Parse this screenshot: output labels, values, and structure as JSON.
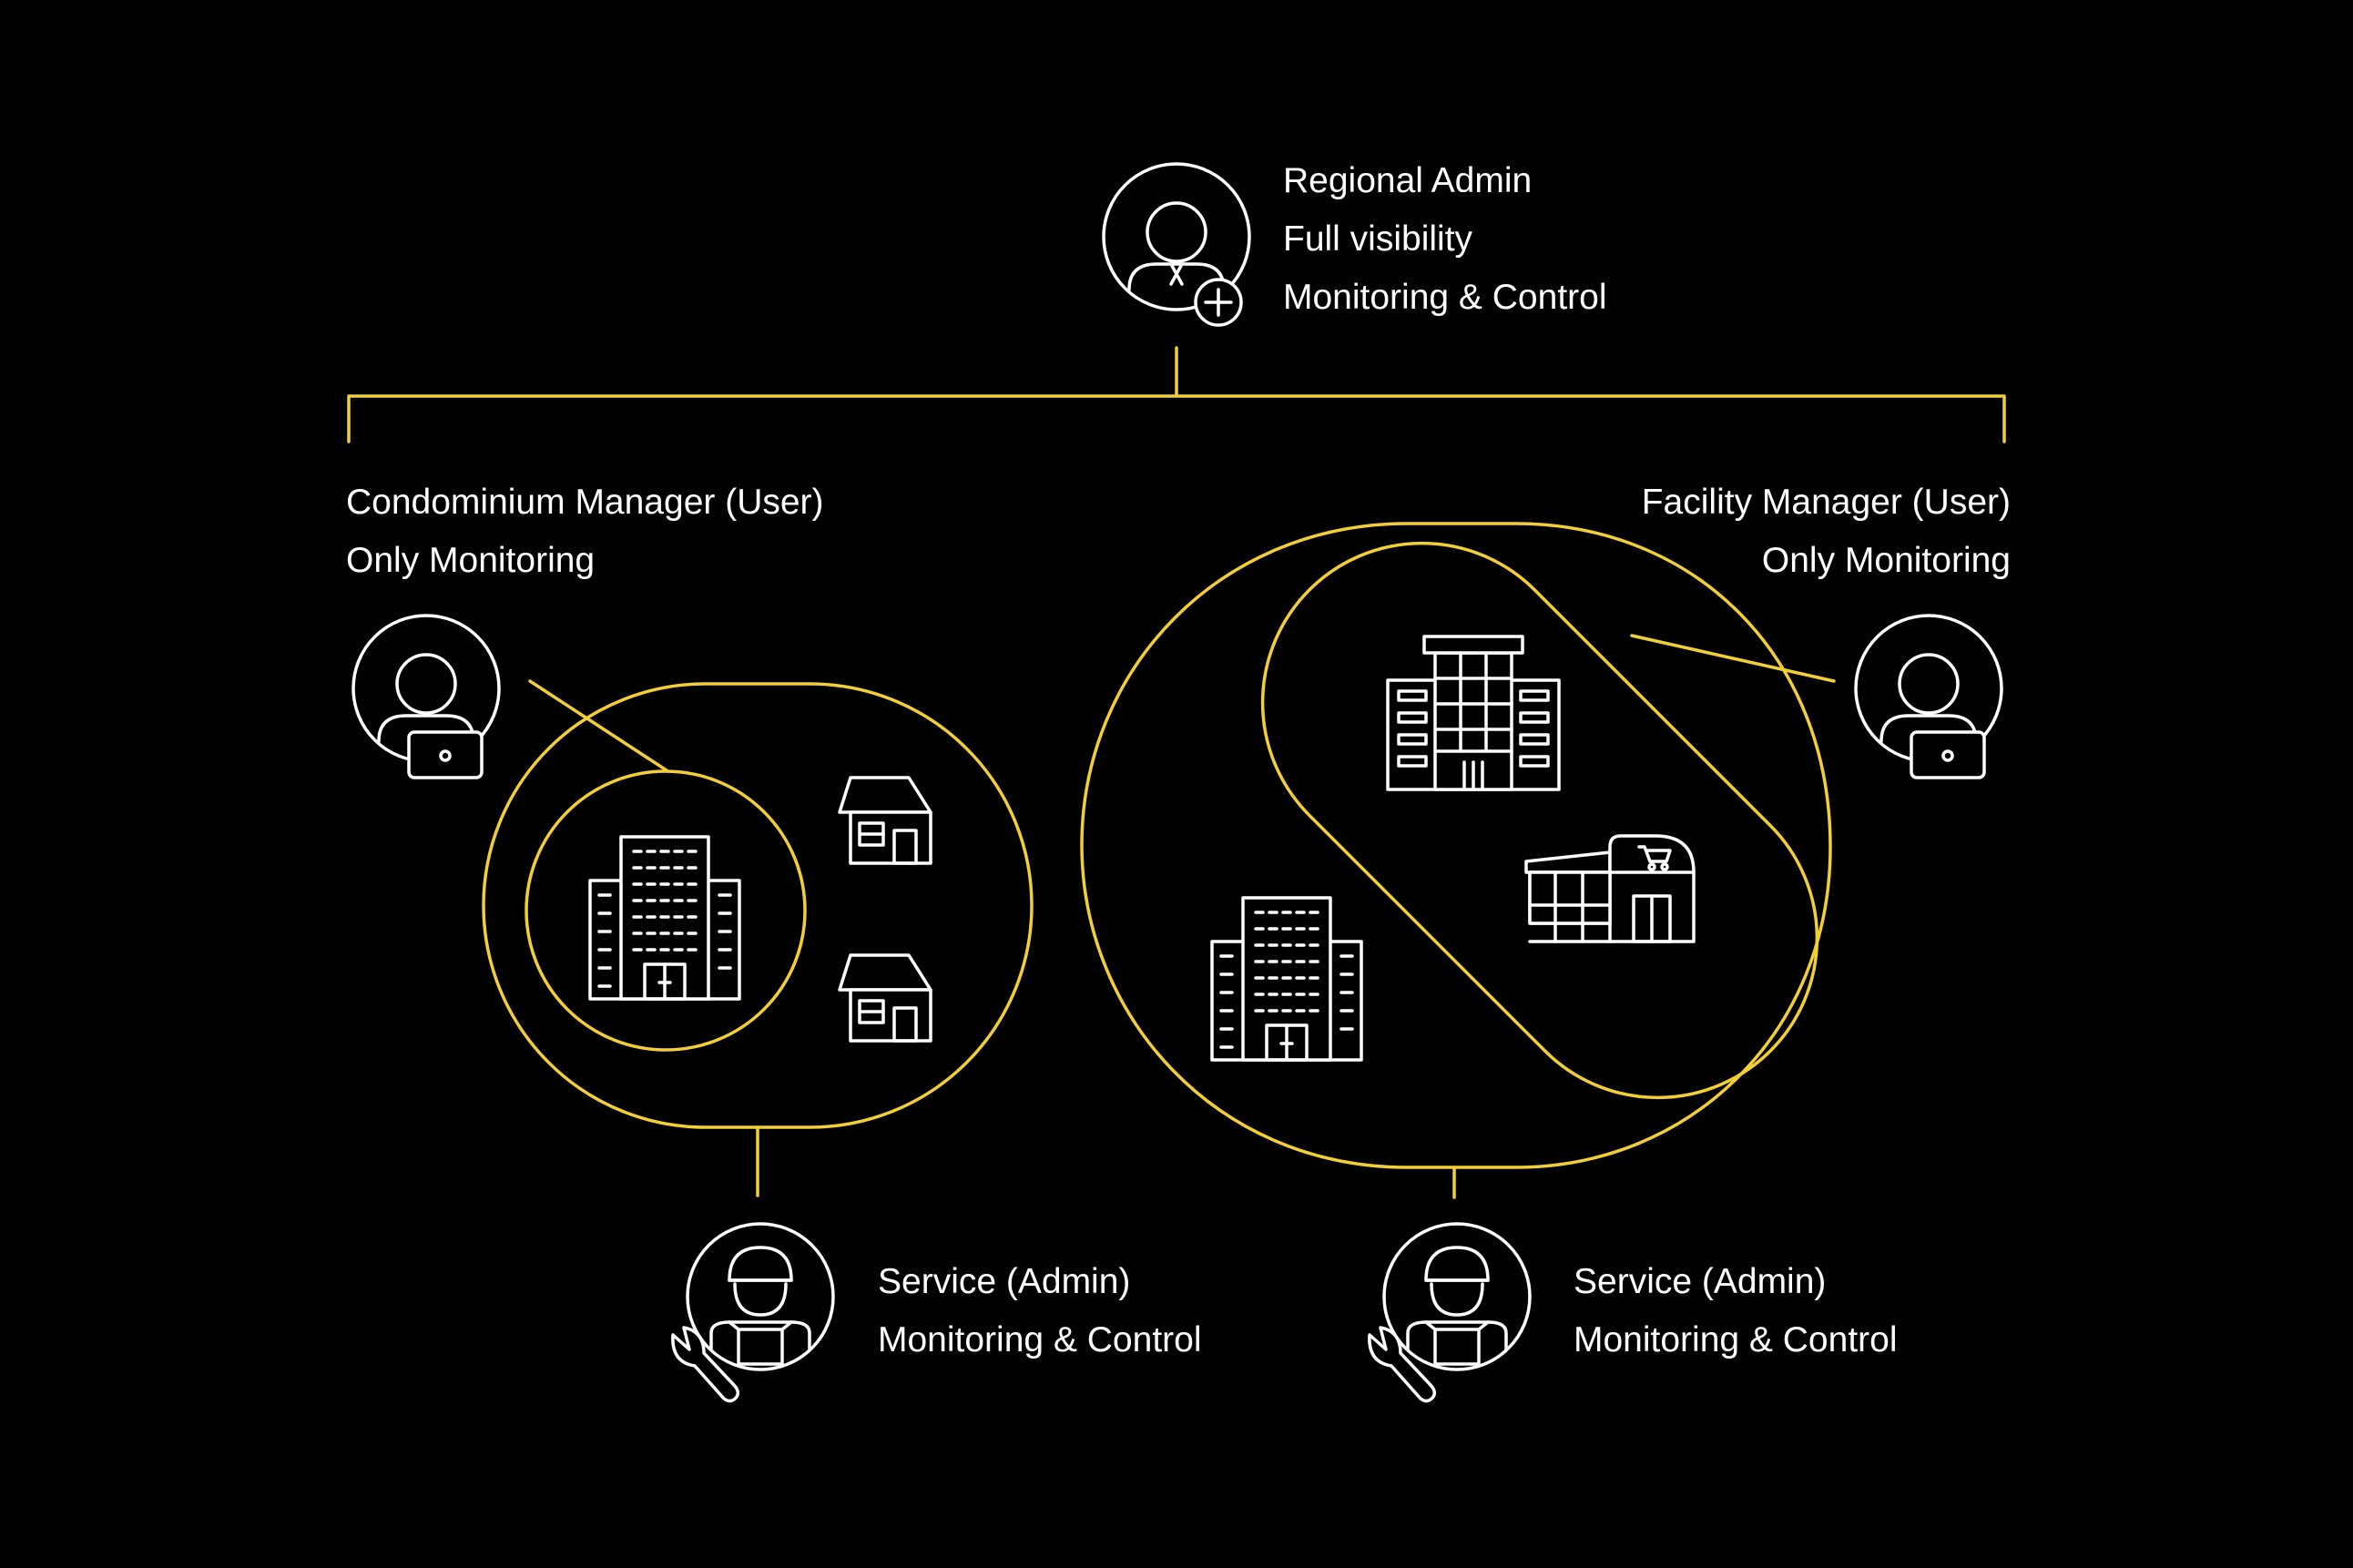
{
  "colors": {
    "background": "#000000",
    "accent": "#f2cf36",
    "line": "#ffffff"
  },
  "regional_admin": {
    "icon": "admin-person-plus-icon",
    "lines": [
      "Regional Admin",
      "Full visibility",
      "Monitoring & Control"
    ]
  },
  "condo_manager": {
    "icon": "user-laptop-icon",
    "lines": [
      "Condominium Manager (User)",
      "Only Monitoring"
    ]
  },
  "facility_manager": {
    "icon": "user-laptop-icon",
    "lines": [
      "Facility Manager (User)",
      "Only Monitoring"
    ]
  },
  "service_left": {
    "icon": "service-technician-wrench-icon",
    "lines": [
      "Service (Admin)",
      "Monitoring & Control"
    ]
  },
  "service_right": {
    "icon": "service-technician-wrench-icon",
    "lines": [
      "Service (Admin)",
      "Monitoring & Control"
    ]
  },
  "buildings": {
    "left_group": [
      "apartment-building-icon",
      "house-icon",
      "house-icon"
    ],
    "right_group": [
      "office-building-icon",
      "shopping-mall-icon",
      "apartment-building-icon"
    ]
  }
}
